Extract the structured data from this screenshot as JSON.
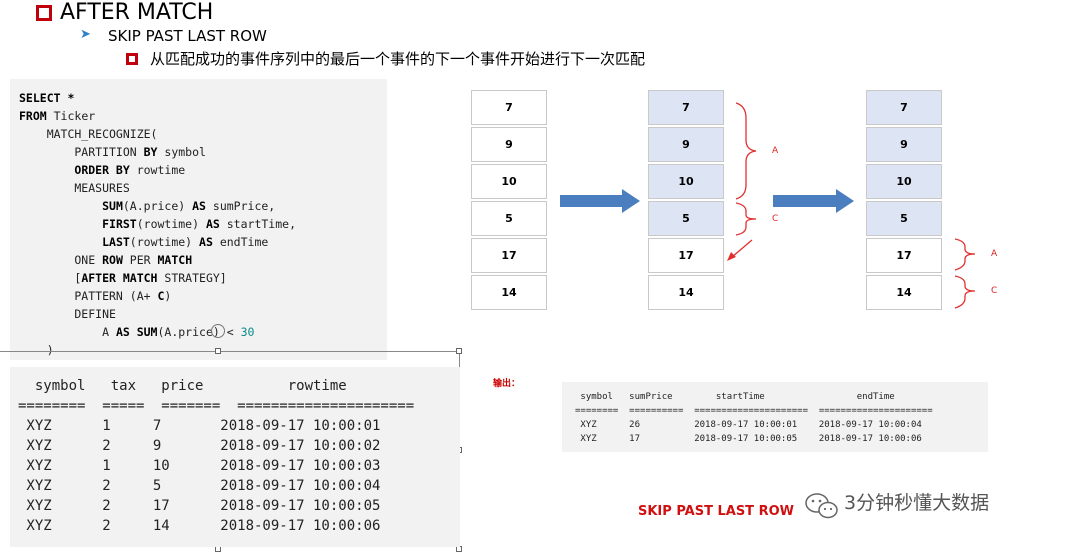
{
  "header": {
    "title": "AFTER MATCH",
    "subtitle": "SKIP PAST LAST ROW",
    "description": "从匹配成功的事件序列中的最后一个事件的下一个事件开始进行下一次匹配"
  },
  "code": [
    [
      [
        "k",
        "SELECT *"
      ]
    ],
    [
      [
        "k",
        "FROM"
      ],
      [
        "t",
        " Ticker"
      ]
    ],
    [
      [
        "t",
        "    MATCH_RECOGNIZE("
      ]
    ],
    [
      [
        "t",
        "        PARTITION "
      ],
      [
        "k",
        "BY"
      ],
      [
        "t",
        " symbol"
      ]
    ],
    [
      [
        "t",
        "        "
      ],
      [
        "k",
        "ORDER BY"
      ],
      [
        "t",
        " rowtime"
      ]
    ],
    [
      [
        "t",
        "        MEASURES"
      ]
    ],
    [
      [
        "t",
        "            "
      ],
      [
        "k",
        "SUM"
      ],
      [
        "t",
        "(A.price) "
      ],
      [
        "k",
        "AS"
      ],
      [
        "t",
        " sumPrice,"
      ]
    ],
    [
      [
        "t",
        "            "
      ],
      [
        "k",
        "FIRST"
      ],
      [
        "t",
        "(rowtime) "
      ],
      [
        "k",
        "AS"
      ],
      [
        "t",
        " startTime,"
      ]
    ],
    [
      [
        "t",
        "            "
      ],
      [
        "k",
        "LAST"
      ],
      [
        "t",
        "(rowtime) "
      ],
      [
        "k",
        "AS"
      ],
      [
        "t",
        " endTime"
      ]
    ],
    [
      [
        "t",
        "        ONE "
      ],
      [
        "k",
        "ROW"
      ],
      [
        "t",
        " PER "
      ],
      [
        "k",
        "MATCH"
      ]
    ],
    [
      [
        "t",
        "        ["
      ],
      [
        "k",
        "AFTER MATCH"
      ],
      [
        "t",
        " STRATEGY]"
      ]
    ],
    [
      [
        "t",
        "        PATTERN (A+ "
      ],
      [
        "k",
        "C"
      ],
      [
        "t",
        ")"
      ]
    ],
    [
      [
        "t",
        "        DEFINE"
      ]
    ],
    [
      [
        "t",
        "            A "
      ],
      [
        "k",
        "AS SUM"
      ],
      [
        "t",
        "(A.price) < "
      ],
      [
        "n",
        "30"
      ]
    ],
    [
      [
        "t",
        "    )"
      ]
    ]
  ],
  "input_table": {
    "header": "  symbol   tax   price          rowtime",
    "separator": "========  =====  =======  =====================",
    "rows": [
      " XYZ      1     7       2018-09-17 10:00:01",
      " XYZ      2     9       2018-09-17 10:00:02",
      " XYZ      1     10      2018-09-17 10:00:03",
      " XYZ      2     5       2018-09-17 10:00:04",
      " XYZ      2     17      2018-09-17 10:00:05",
      " XYZ      2     14      2018-09-17 10:00:06"
    ]
  },
  "diagram": {
    "columns": [
      {
        "cells": [
          "7",
          "9",
          "10",
          "5",
          "17",
          "14"
        ],
        "highlight": [
          false,
          false,
          false,
          false,
          false,
          false
        ]
      },
      {
        "cells": [
          "7",
          "9",
          "10",
          "5",
          "17",
          "14"
        ],
        "highlight": [
          true,
          true,
          true,
          true,
          false,
          false
        ]
      },
      {
        "cells": [
          "7",
          "9",
          "10",
          "5",
          "17",
          "14"
        ],
        "highlight": [
          true,
          true,
          true,
          true,
          false,
          false
        ]
      }
    ],
    "labels": {
      "A": "A",
      "C": "C"
    }
  },
  "output": {
    "label": "输出：",
    "header": " symbol   sumPrice        startTime                 endTime",
    "separator": "========  ==========  =====================  =====================",
    "rows": [
      " XYZ      26          2018-09-17 10:00:01    2018-09-17 10:00:04",
      " XYZ      17          2018-09-17 10:00:05    2018-09-17 10:00:06"
    ]
  },
  "caption": "SKIP PAST LAST ROW",
  "watermark": "3分钟秒懂大数据",
  "colors": {
    "accent_red": "#d01010",
    "arrow_blue": "#4a7ebf",
    "highlight": "#dde4f3"
  }
}
